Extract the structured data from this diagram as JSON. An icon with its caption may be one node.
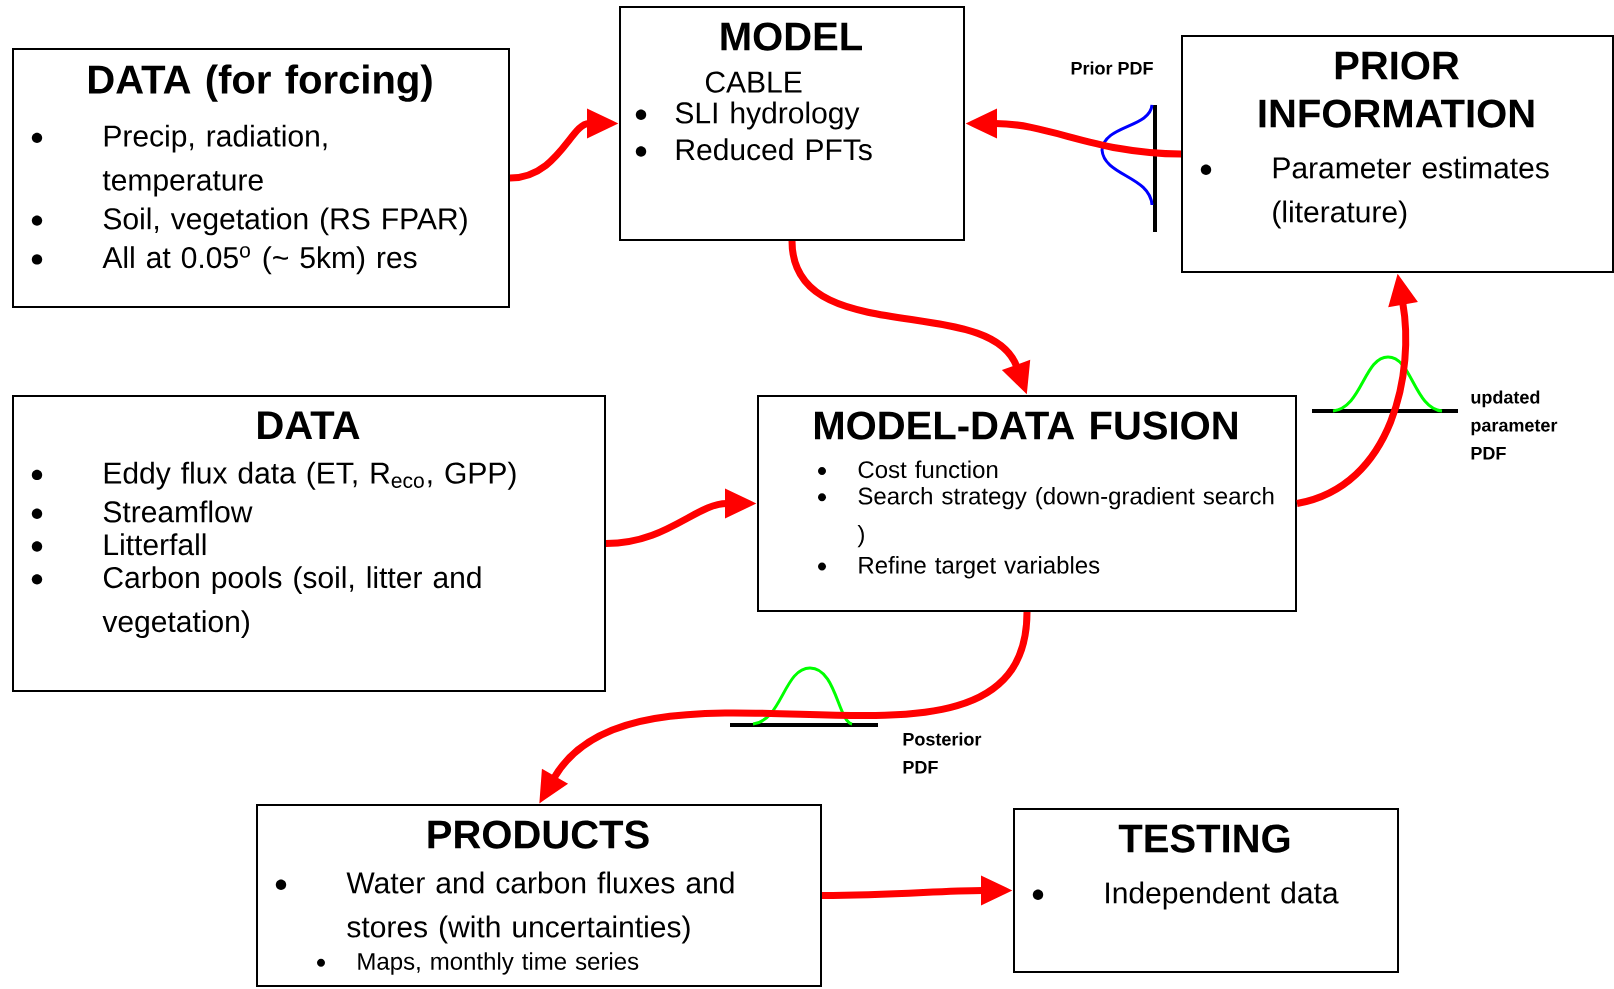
{
  "diagram": {
    "nodes": [
      {
        "text": [
          "DATA (for forcing)",
          "Precip, radiation, temperature",
          "Soil, vegetation (RS FPAR)",
          "All at 0.05$^{o}$ (~ 5km) res"
        ]
      },
      {
        "text": [
          "MODEL",
          "CABLE",
          "SLI hydrology",
          "Reduced PFTs"
        ]
      },
      {
        "text": [
          "PRIOR INFORMATION",
          "Parameter estimates (literature)"
        ]
      },
      {
        "text": [
          "DATA",
          "Eddy flux data (ET, R$_{eco}$, GPP)",
          "Streamflow",
          "Litterfall",
          "Carbon pools (soil, litter and vegetation)"
        ]
      },
      {
        "text": [
          "MODEL-DATA FUSION",
          "Cost function",
          "Search strategy (down-gradient search )",
          "Refine target variables"
        ]
      },
      {
        "text": [
          "PRODUCTS",
          "Water and carbon fluxes and stores (with uncertainties)",
          "Maps, monthly time series"
        ]
      },
      {
        "text": [
          "TESTING",
          "Independent data"
        ]
      }
    ],
    "edges": [
      {
        "from": 0,
        "to": 1,
        "arrow": "to"
      },
      {
        "from": 2,
        "to": 1,
        "arrow": "to",
        "label": "Prior PDF"
      },
      {
        "from": 1,
        "to": 4,
        "arrow": "to"
      },
      {
        "from": 3,
        "to": 4,
        "arrow": "to"
      },
      {
        "from": 4,
        "to": 2,
        "arrow": "to",
        "label": "updated parameter PDF"
      },
      {
        "from": 4,
        "to": 5,
        "arrow": "to",
        "label": "Posterior PDF"
      },
      {
        "from": 5,
        "to": 6,
        "arrow": "to"
      }
    ]
  }
}
